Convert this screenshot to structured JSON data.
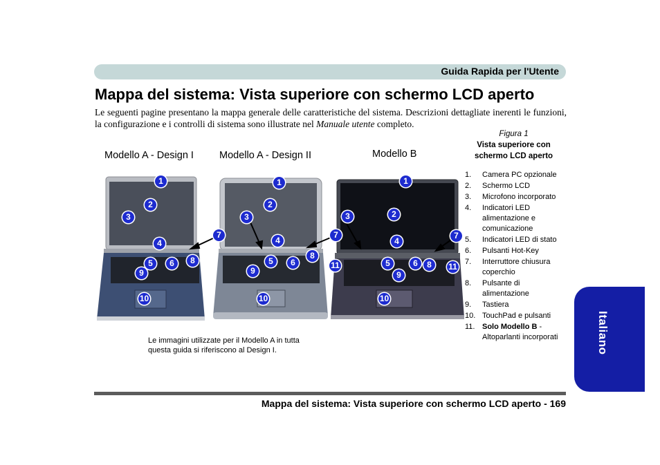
{
  "header": {
    "guide_title": "Guida Rapida per l'Utente"
  },
  "page": {
    "title": "Mappa del sistema: Vista superiore con schermo LCD aperto",
    "intro_part1": "Le seguenti pagine presentano la mappa generale delle caratteristiche del sistema. Descrizioni dettagliate inerenti le funzioni, la configurazione e i controlli di sistema sono illustrate nel ",
    "intro_emphasis": "Manuale utente",
    "intro_part2": " completo."
  },
  "models": {
    "model_a1": "Modello A - Design I",
    "model_a2": "Modello A - Design II",
    "model_b": "Modello B"
  },
  "figure": {
    "label": "Figura  1",
    "title_line1": "Vista superiore con",
    "title_line2": "schermo LCD aperto",
    "items": [
      {
        "num": "1.",
        "text": "Camera PC opzionale"
      },
      {
        "num": "2.",
        "text": "Schermo LCD"
      },
      {
        "num": "3.",
        "text": "Microfono incorporato"
      },
      {
        "num": "4.",
        "text": "Indicatori LED alimentazione e comunicazione"
      },
      {
        "num": "5.",
        "text": "Indicatori LED di stato"
      },
      {
        "num": "6.",
        "text": "Pulsanti Hot-Key"
      },
      {
        "num": "7.",
        "text": "Interruttore chiusura coperchio"
      },
      {
        "num": "8.",
        "text": "Pulsante di alimentazione"
      },
      {
        "num": "9.",
        "text": "Tastiera"
      },
      {
        "num": "10.",
        "text": "TouchPad e pulsanti"
      },
      {
        "num": "11.",
        "bold": "Solo Modello B",
        "text": " - Altoparlanti incorporati"
      }
    ]
  },
  "note": "Le immagini utilizzate per il Modello A in tutta questa guida si riferiscono al Design I.",
  "callouts": {
    "n1": "1",
    "n2": "2",
    "n3": "3",
    "n4": "4",
    "n5": "5",
    "n6": "6",
    "n7": "7",
    "n8": "8",
    "n9": "9",
    "n10": "10",
    "n11": "11"
  },
  "side_tab": {
    "language": "Italiano"
  },
  "footer": {
    "page_title": "Mappa del sistema: Vista superiore con schermo LCD aperto - 169"
  },
  "colors": {
    "header_band": "#c5d8d8",
    "callout_blue": "#1d2bcf",
    "side_tab": "#141ea5",
    "footer_rule": "#5c5c5c"
  }
}
